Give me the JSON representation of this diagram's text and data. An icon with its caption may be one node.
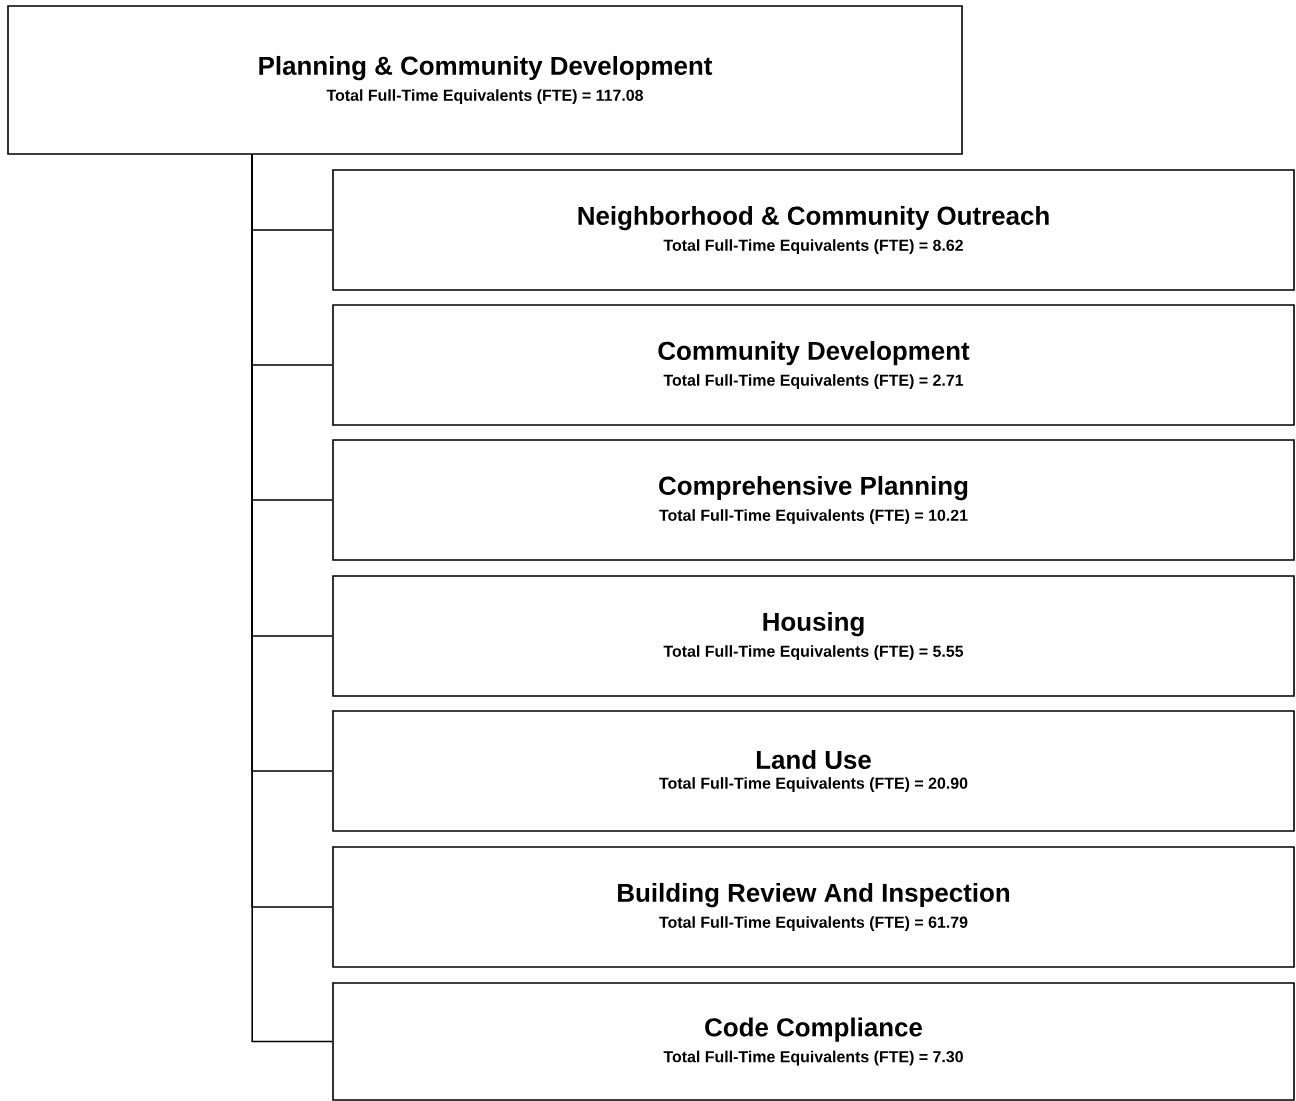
{
  "diagram": {
    "nodes": [
      {
        "text": [
          "Planning & Community Development",
          "Total Full-Time Equivalents (FTE) = 117.08"
        ]
      },
      {
        "text": [
          "Neighborhood & Community Outreach",
          "Total Full-Time Equivalents (FTE) = 8.62"
        ]
      },
      {
        "text": [
          "Community Development",
          "Total Full-Time Equivalents (FTE) = 2.71"
        ]
      },
      {
        "text": [
          "Comprehensive Planning",
          "Total Full-Time Equivalents (FTE) = 10.21"
        ]
      },
      {
        "text": [
          "Housing",
          "Total Full-Time Equivalents (FTE) = 5.55"
        ]
      },
      {
        "text": [
          "Land Use",
          "Total Full-Time Equivalents (FTE) = 20.90"
        ]
      },
      {
        "text": [
          "Building Review And Inspection",
          "Total Full-Time Equivalents (FTE) = 61.79"
        ]
      },
      {
        "text": [
          "Code Compliance",
          "Total Full-Time Equivalents (FTE) = 7.30"
        ]
      }
    ],
    "edges": [
      {
        "from": 0,
        "to": 1,
        "arrow": "none"
      },
      {
        "from": 0,
        "to": 2,
        "arrow": "none"
      },
      {
        "from": 0,
        "to": 3,
        "arrow": "none"
      },
      {
        "from": 0,
        "to": 4,
        "arrow": "none"
      },
      {
        "from": 0,
        "to": 5,
        "arrow": "none"
      },
      {
        "from": 0,
        "to": 6,
        "arrow": "none"
      },
      {
        "from": 0,
        "to": 7,
        "arrow": "none"
      }
    ]
  }
}
